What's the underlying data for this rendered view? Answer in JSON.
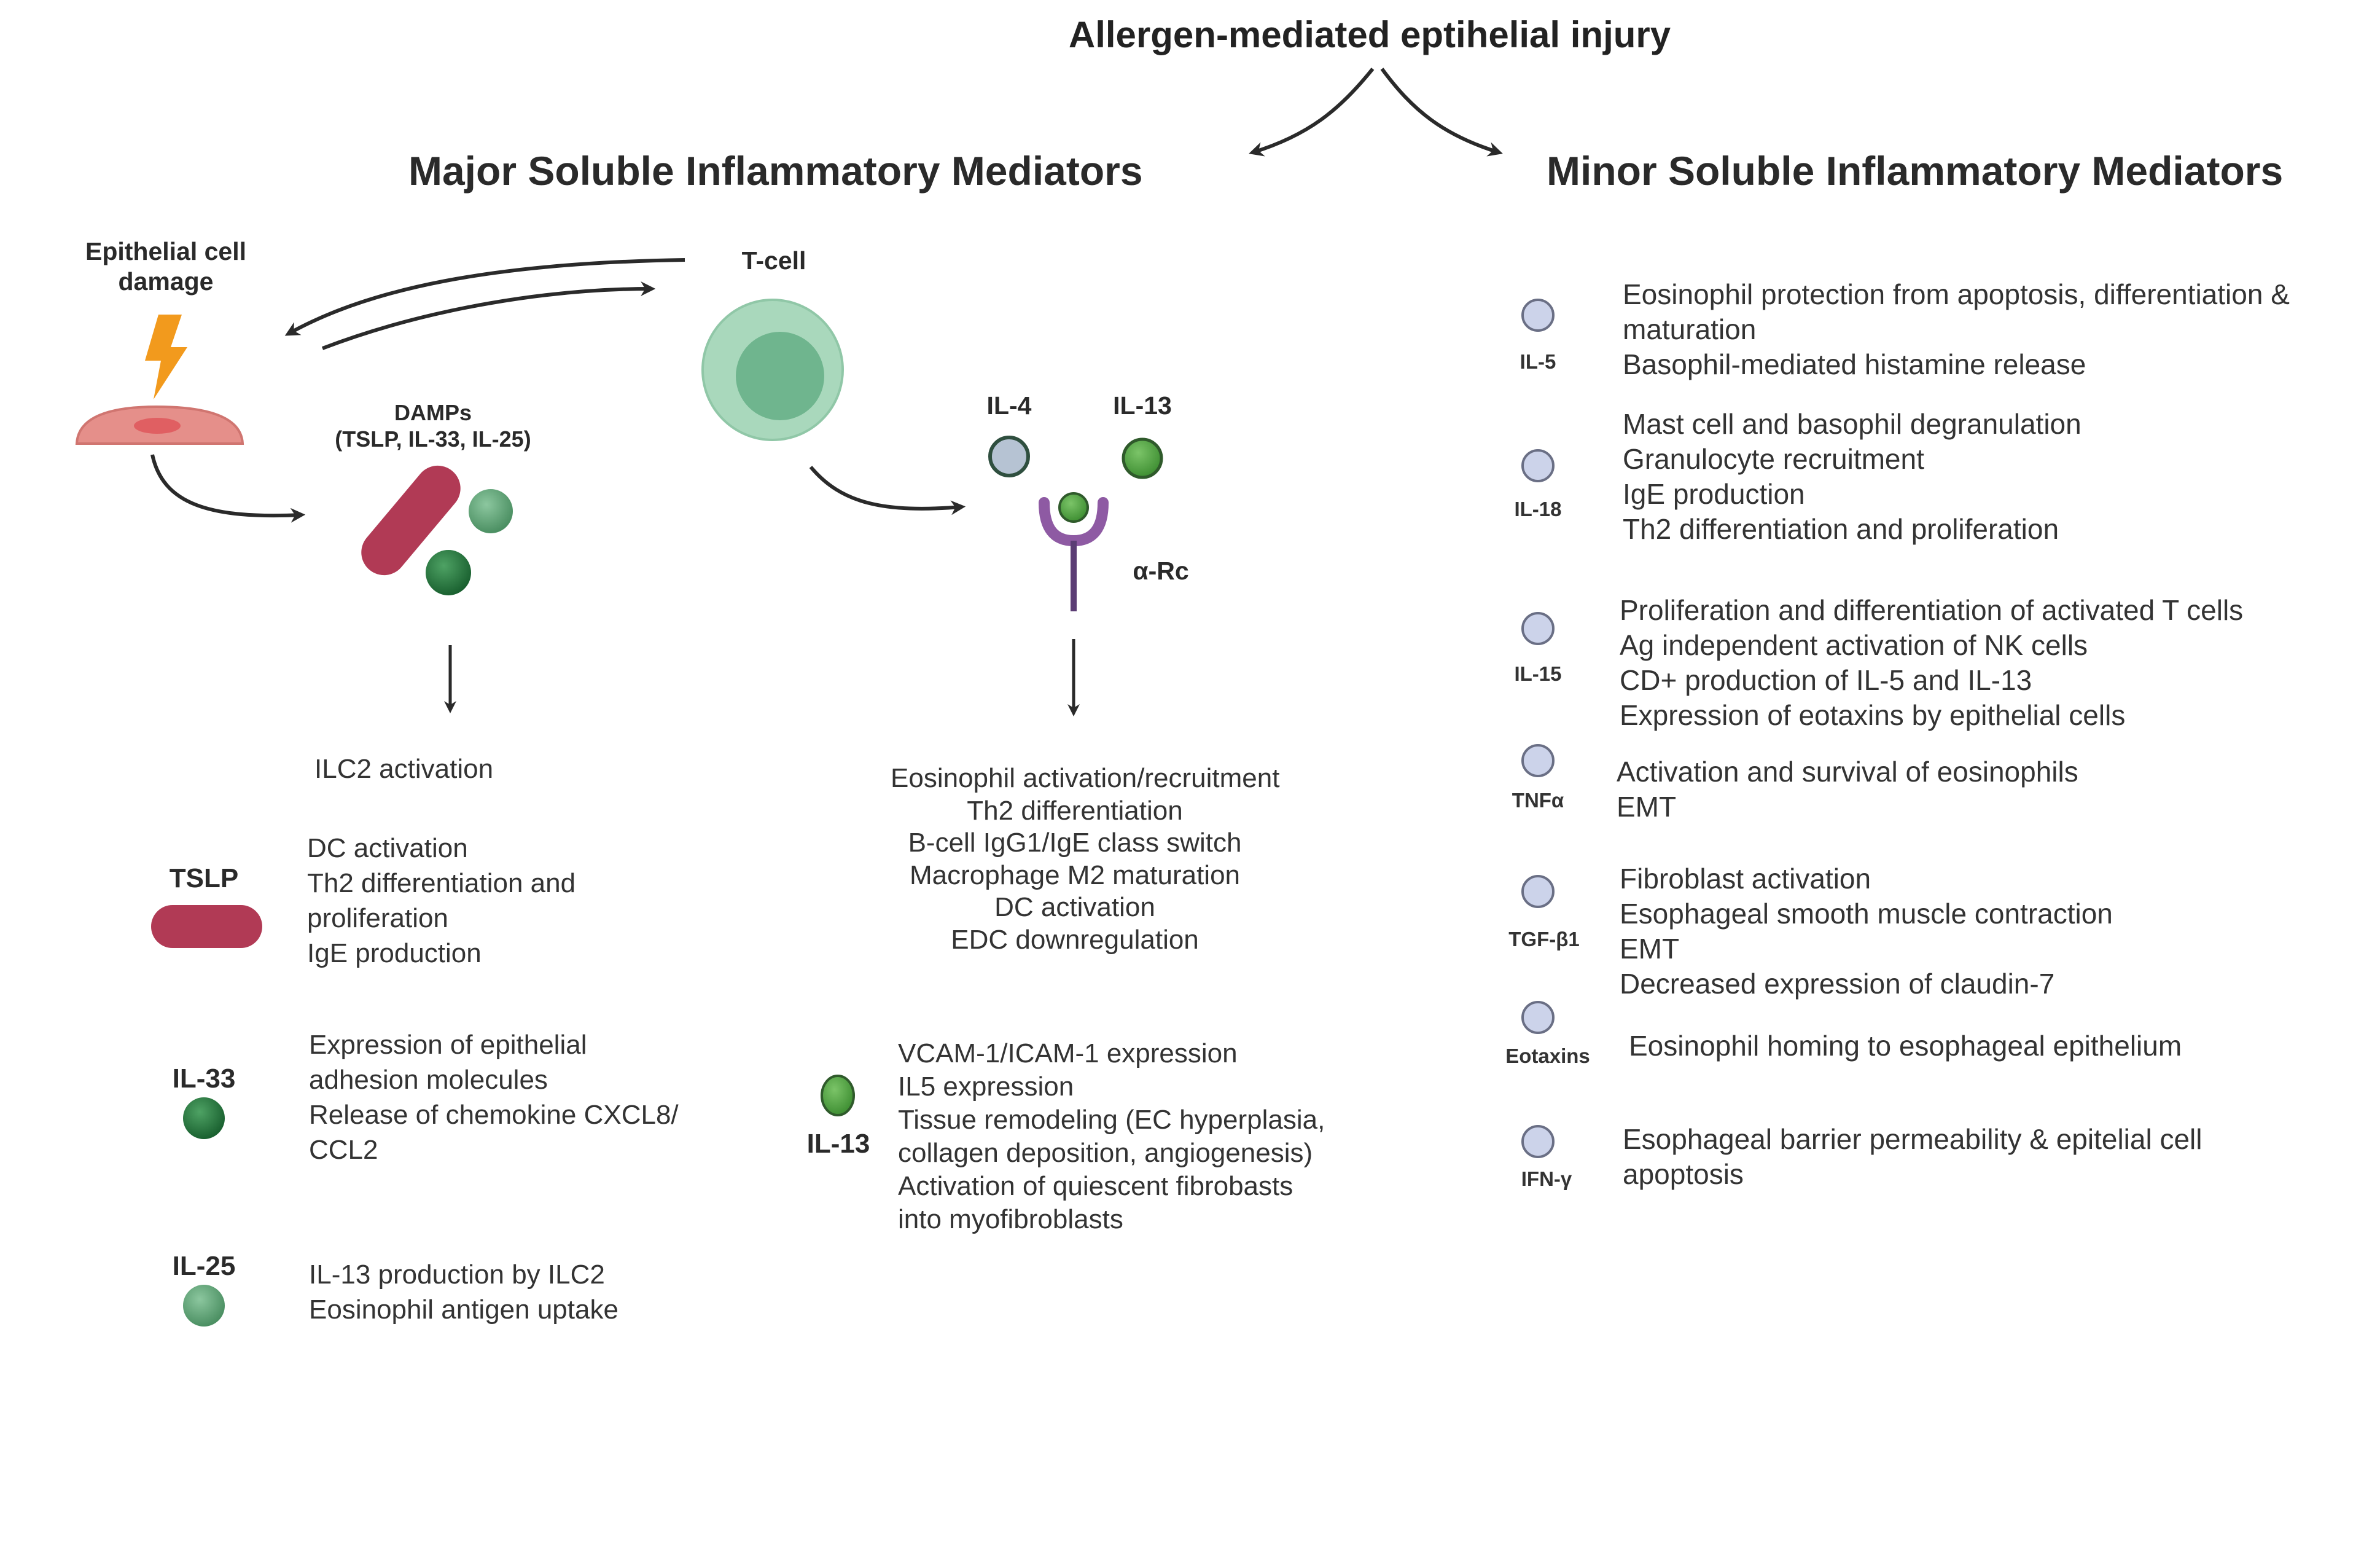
{
  "title": "Allergen-mediated eptihelial injury",
  "major": {
    "title": "Major Soluble Inflammatory Mediators",
    "epithelial_label": "Epithelial cell\ndamage",
    "tcell_label": "T-cell",
    "damps_label": "DAMPs\n(TSLP, IL-33, IL-25)",
    "il4_label": "IL-4",
    "il13_top_label": "IL-13",
    "receptor_label": "α-Rc",
    "ilc2_text": "ILC2 activation",
    "il4_13_effects": [
      "Eosinophil activation/recruitment",
      "Th2 differentiation",
      "B-cell IgG1/IgE class switch",
      "Macrophage M2 maturation",
      "DC activation",
      "EDC downregulation"
    ],
    "tslp": {
      "label": "TSLP",
      "lines": [
        "DC activation",
        "Th2 differentiation and",
        "proliferation",
        "IgE production"
      ]
    },
    "il33": {
      "label": "IL-33",
      "lines": [
        "Expression of epithelial",
        "adhesion molecules",
        "Release of chemokine CXCL8/",
        "CCL2"
      ]
    },
    "il25": {
      "label": "IL-25",
      "lines": [
        "IL-13 production by ILC2",
        "Eosinophil antigen uptake"
      ]
    },
    "il13": {
      "label": "IL-13",
      "lines": [
        "VCAM-1/ICAM-1 expression",
        "IL5 expression",
        "Tissue remodeling (EC hyperplasia,",
        "collagen deposition, angiogenesis)",
        "Activation of quiescent fibrobasts",
        "into myofibroblasts"
      ]
    }
  },
  "minor": {
    "title": "Minor Soluble Inflammatory Mediators",
    "items": [
      {
        "label": "IL-5",
        "lines": [
          "Eosinophil protection from apoptosis, differentiation &",
          "maturation",
          "Basophil-mediated histamine release"
        ]
      },
      {
        "label": "IL-18",
        "lines": [
          "Mast cell and basophil degranulation",
          "Granulocyte recruitment",
          "IgE production",
          "Th2 differentiation and proliferation"
        ]
      },
      {
        "label": "IL-15",
        "lines": [
          "Proliferation and differentiation of activated T cells",
          "Ag independent activation of NK cells",
          "CD+ production of IL-5 and IL-13",
          "Expression of eotaxins by epithelial cells"
        ]
      },
      {
        "label": "TNFα",
        "lines": [
          "Activation and survival of eosinophils",
          "EMT"
        ]
      },
      {
        "label": "TGF-β1",
        "lines": [
          "Fibroblast activation",
          "Esophageal smooth muscle contraction",
          "EMT",
          "Decreased expression of claudin-7"
        ]
      },
      {
        "label": "Eotaxins",
        "lines": [
          "Eosinophil homing to esophageal epithelium"
        ]
      },
      {
        "label": "IFN-γ",
        "lines": [
          "Esophageal barrier permeability & epitelial cell",
          "apoptosis"
        ]
      }
    ]
  },
  "colors": {
    "major_panel_fill": "#ecf5f3",
    "major_panel_border": "#86ad78",
    "minor_panel_fill": "#edf3fb",
    "minor_panel_border": "#97b0de",
    "tslp_red": "#b13a55",
    "il33_dark_green": "#1f7a3a",
    "il25_green": "#5fa577",
    "il13_green": "#5aad4a",
    "il4_blue_grey": "#b6c3d3",
    "receptor_purple": "#8e5aa3",
    "tcell_green": "#9fd1b2",
    "lightning_orange": "#f29a1d",
    "cytokine_lavender": "#ccd3ea"
  }
}
